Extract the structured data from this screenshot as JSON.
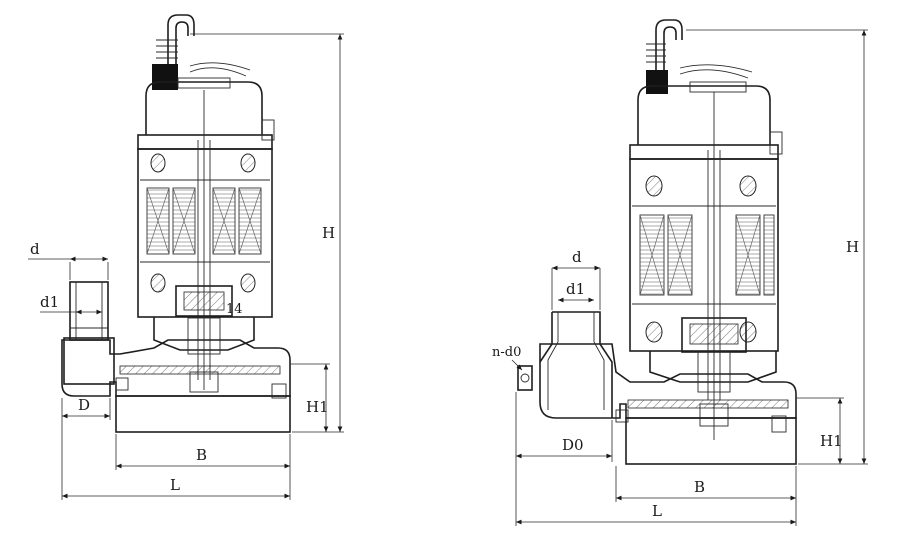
{
  "colors": {
    "line": "#1e1e1e",
    "background": "#ffffff",
    "cable_boot": "#111111"
  },
  "pump_a": {
    "labels": {
      "d": "d",
      "d1": "d1",
      "D": "D",
      "H": "H",
      "H1": "H1",
      "B": "B",
      "L": "L",
      "part_no": "14"
    }
  },
  "pump_b": {
    "labels": {
      "d": "d",
      "d1": "d1",
      "n_d0": "n-d0",
      "D0": "D0",
      "H": "H",
      "H1": "H1",
      "B": "B",
      "L": "L"
    }
  }
}
